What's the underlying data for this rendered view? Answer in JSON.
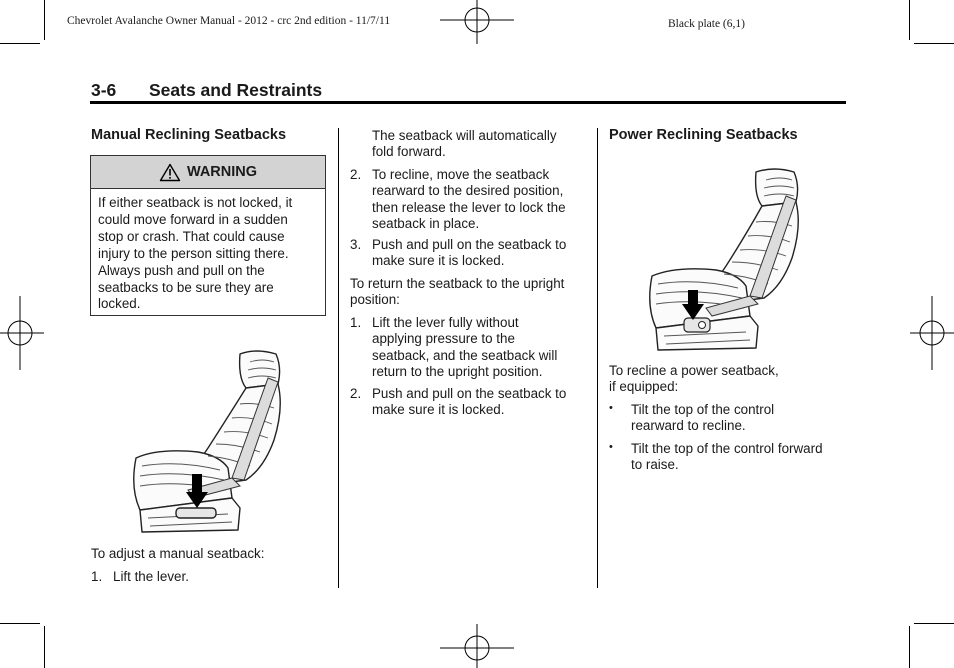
{
  "print_header": {
    "left": "Chevrolet Avalanche Owner Manual - 2012 - crc 2nd edition - 11/7/11",
    "right": "Black plate (6,1)"
  },
  "section": {
    "number": "3-6",
    "title": "Seats and Restraints"
  },
  "col1": {
    "heading": "Manual Reclining Seatbacks",
    "warning": {
      "label": "WARNING",
      "lines": [
        "If either seatback is not locked, it",
        "could move forward in a sudden",
        "stop or crash. That could cause",
        "injury to the person sitting there.",
        "Always push and pull on the",
        "seatbacks to be sure they are",
        "locked."
      ]
    },
    "intro": "To adjust a manual seatback:",
    "step1": {
      "num": "1.",
      "text": "Lift the lever."
    }
  },
  "col2": {
    "cont": [
      "The seatback will automatically",
      "fold forward."
    ],
    "steps_a": [
      {
        "num": "2.",
        "lines": [
          "To recline, move the seatback",
          "rearward to the desired position,",
          "then release the lever to lock the",
          "seatback in place."
        ]
      },
      {
        "num": "3.",
        "lines": [
          "Push and pull on the seatback to",
          "make sure it is locked."
        ]
      }
    ],
    "upright_intro": [
      "To return the seatback to the upright",
      "position:"
    ],
    "steps_b": [
      {
        "num": "1.",
        "lines": [
          "Lift the lever fully without",
          "applying pressure to the",
          "seatback, and the seatback will",
          "return to the upright position."
        ]
      },
      {
        "num": "2.",
        "lines": [
          "Push and pull on the seatback to",
          "make sure it is locked."
        ]
      }
    ]
  },
  "col3": {
    "heading": "Power Reclining Seatbacks",
    "intro": [
      "To recline a power seatback,",
      "if equipped:"
    ],
    "bullets": [
      {
        "mark": "•",
        "lines": [
          "Tilt the top of the control",
          "rearward to recline."
        ]
      },
      {
        "mark": "•",
        "lines": [
          "Tilt the top of the control forward",
          "to raise."
        ]
      }
    ]
  },
  "icons": {
    "warning": "warning-triangle-icon",
    "arrow": "down-arrow-icon"
  }
}
